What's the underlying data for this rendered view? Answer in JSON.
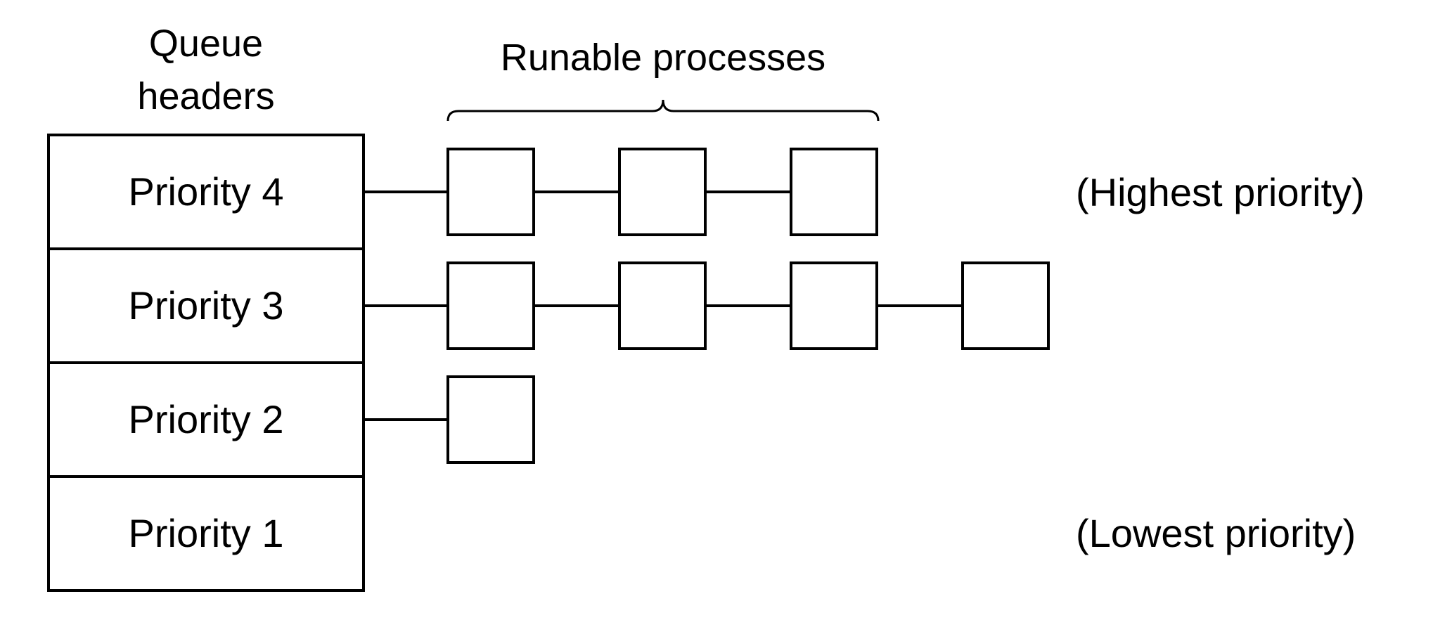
{
  "headers": {
    "title_line1": "Queue",
    "title_line2": "headers"
  },
  "processes_label": "Runable processes",
  "queues": [
    {
      "label": "Priority 4",
      "process_count": 3,
      "note": "(Highest priority)"
    },
    {
      "label": "Priority 3",
      "process_count": 4,
      "note": ""
    },
    {
      "label": "Priority 2",
      "process_count": 1,
      "note": ""
    },
    {
      "label": "Priority 1",
      "process_count": 0,
      "note": "(Lowest priority)"
    }
  ]
}
